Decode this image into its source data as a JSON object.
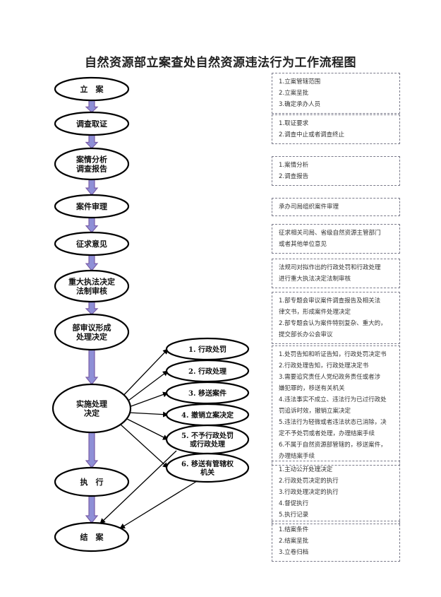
{
  "title": "自然资源部立案查处自然资源违法行为工作流程图",
  "colors": {
    "arrow_fill": "#8e8fd6",
    "arrow_stroke": "#7b5ea8",
    "node_stroke": "#000000",
    "note_border": "#7a7a8a"
  },
  "main_steps": [
    {
      "lines": [
        "立　案"
      ]
    },
    {
      "lines": [
        "调查取证"
      ]
    },
    {
      "lines": [
        "案情分析",
        "调查报告"
      ]
    },
    {
      "lines": [
        "案件审理"
      ]
    },
    {
      "lines": [
        "征求意见"
      ]
    },
    {
      "lines": [
        "重大执法决定",
        "法制审核"
      ]
    },
    {
      "lines": [
        "部审议形成",
        "处理决定"
      ]
    },
    {
      "lines": [
        "实施处理",
        "决定"
      ]
    },
    {
      "lines": [
        "执　行"
      ]
    },
    {
      "lines": [
        "结　案"
      ]
    }
  ],
  "outcomes": [
    {
      "lines": [
        "1. 行政处罚"
      ]
    },
    {
      "lines": [
        "2. 行政处理"
      ]
    },
    {
      "lines": [
        "3. 移送案件"
      ]
    },
    {
      "lines": [
        "4. 撤销立案决定"
      ]
    },
    {
      "lines": [
        "5. 不予行政处罚",
        "或行政处理"
      ]
    },
    {
      "lines": [
        "6. 移送有管辖权",
        "机关"
      ]
    }
  ],
  "notes": [
    {
      "lines": [
        "1.立案管辖范围",
        "2.立案呈批",
        "3.确定承办人员"
      ]
    },
    {
      "lines": [
        "1.取证要求",
        "2.调查中止或者调查终止"
      ]
    },
    {
      "lines": [
        "1.案情分析",
        "2.调查报告"
      ]
    },
    {
      "lines": [
        "承办司局组织案件审理"
      ]
    },
    {
      "lines": [
        "征求相关司局、省级自然资源主管部门",
        "或者其他单位意见"
      ]
    },
    {
      "lines": [
        "法规司对拟作出的行政处罚和行政处理",
        "进行重大执法决定法制审核"
      ]
    },
    {
      "lines": [
        "1.部专题会审议案件调查报告及相关法",
        "律文书，形成案件处理决定",
        "2.部专题会认为案件特别复杂、重大的，",
        "提交部长办公会审议"
      ]
    },
    {
      "lines": [
        "1.处罚告知和听证告知，行政处罚决定书",
        "2.行政处理告知，行政处理决定书",
        "3.需要追究责任人党纪政务责任或者涉",
        "嫌犯罪的，移送有关机关",
        "4.违法事实不成立、违法行为已过行政处",
        "罚追诉时效，撤销立案决定",
        "5.违法行为轻微或者违法状态已消除，决",
        "定不予处罚或者处理，办理结案手续",
        "6.不属于自然资源部管辖的，移送案件，",
        "办理结案手续"
      ]
    },
    {
      "lines": [
        "1.主动公开处理决定",
        "2.行政处罚决定的执行",
        "3.行政处理决定的执行",
        "4.督促执行",
        "5.执行记录"
      ]
    },
    {
      "lines": [
        "1.结案条件",
        "2.结案呈批",
        "3.立卷归档"
      ]
    }
  ]
}
